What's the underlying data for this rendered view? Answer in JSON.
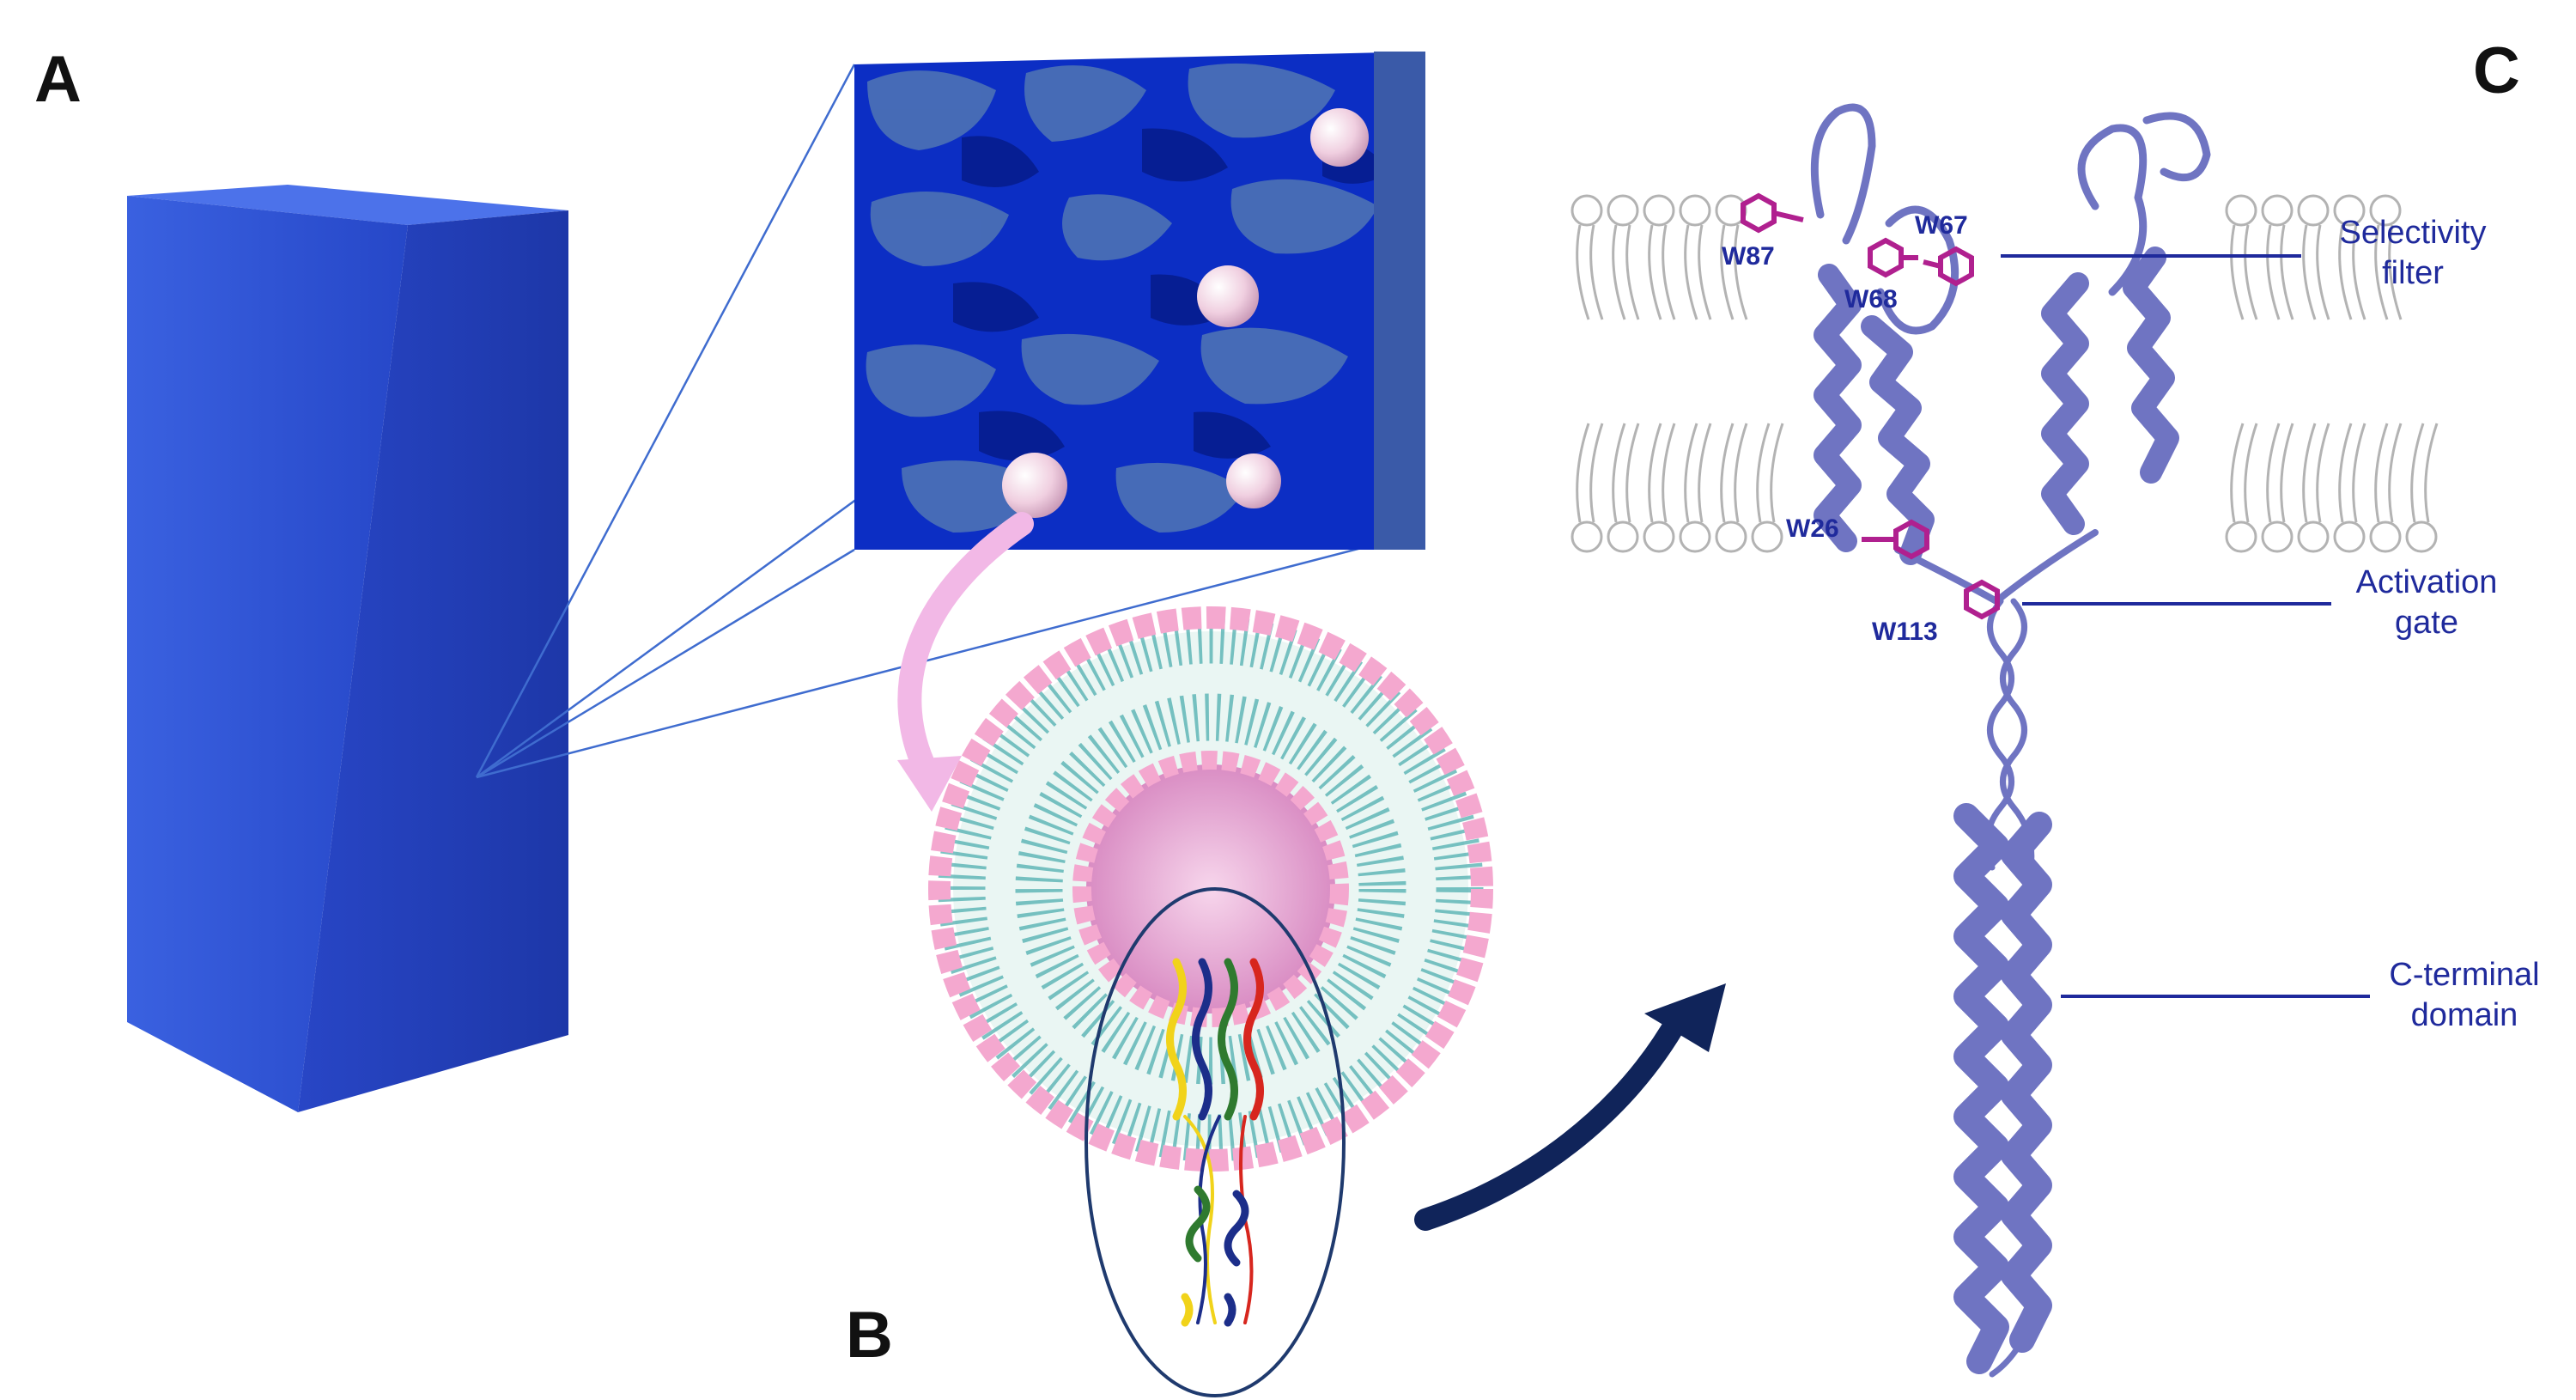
{
  "panels": {
    "a_letter": "A",
    "b_letter": "B",
    "c_letter": "C"
  },
  "residues": {
    "w87": "W87",
    "w67": "W67",
    "w68": "W68",
    "w26": "W26",
    "w113": "W113"
  },
  "callouts": {
    "selectivity_line1": "Selectivity",
    "selectivity_line2": "filter",
    "activation_line1": "Activation",
    "activation_line2": "gate",
    "cterm_line1": "C-terminal",
    "cterm_line2": "domain"
  },
  "colors": {
    "block_blue": "#2f54d6",
    "pore_blue": "#1533c8",
    "sphere_pink": "#f3d6e6",
    "helix_purple": "#6f74c2",
    "tryptophan_magenta": "#b0208f",
    "callout_navy": "#1f2a9c",
    "arrow_navy": "#10245a",
    "arrow_pink": "#f2b8e6",
    "lipid_gray": "#b3b3b3"
  }
}
